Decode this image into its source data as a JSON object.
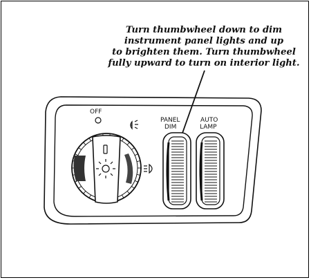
{
  "caption": {
    "lines": [
      "Turn thumbwheel down to dim",
      "instrument panel lights and up",
      "to brighten them. Turn thumbwheel",
      "fully upward to turn on interior light."
    ]
  },
  "labels": {
    "off": "OFF",
    "panel_dim_1": "PANEL",
    "panel_dim_2": "DIM",
    "auto_lamp_1": "AUTO",
    "auto_lamp_2": "LAMP"
  },
  "icons": {
    "parking_lamp": "parking-lamp-icon",
    "fog_lamp": "fog-lamp-icon",
    "headlamp": "headlamp-icon",
    "off_position": "circle-icon"
  }
}
